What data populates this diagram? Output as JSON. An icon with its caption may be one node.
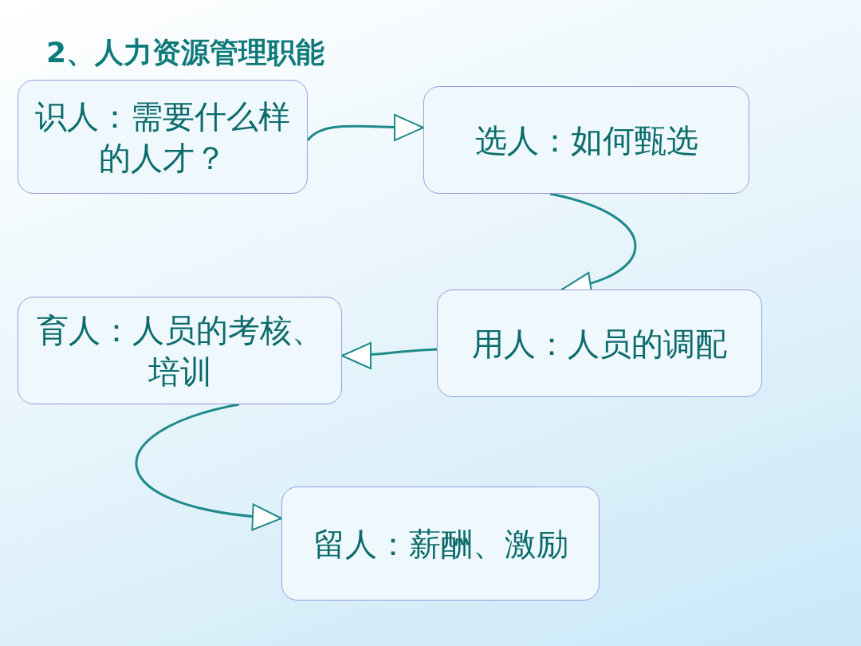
{
  "diagram": {
    "title": "2、人力资源管理职能",
    "nodes": [
      {
        "text": [
          "识人：需要什么样的人才？"
        ]
      },
      {
        "text": [
          "选人：如何甄选"
        ]
      },
      {
        "text": [
          "育人：人员的考核、培训"
        ]
      },
      {
        "text": [
          "用人：人员的调配"
        ]
      },
      {
        "text": [
          "留人：薪酬、激励"
        ]
      }
    ],
    "edges": [
      {
        "from": 0,
        "to": 1,
        "arrow": "to"
      },
      {
        "from": 1,
        "to": 3,
        "arrow": "to"
      },
      {
        "from": 3,
        "to": 2,
        "arrow": "to"
      },
      {
        "from": 2,
        "to": 4,
        "arrow": "to"
      }
    ]
  }
}
